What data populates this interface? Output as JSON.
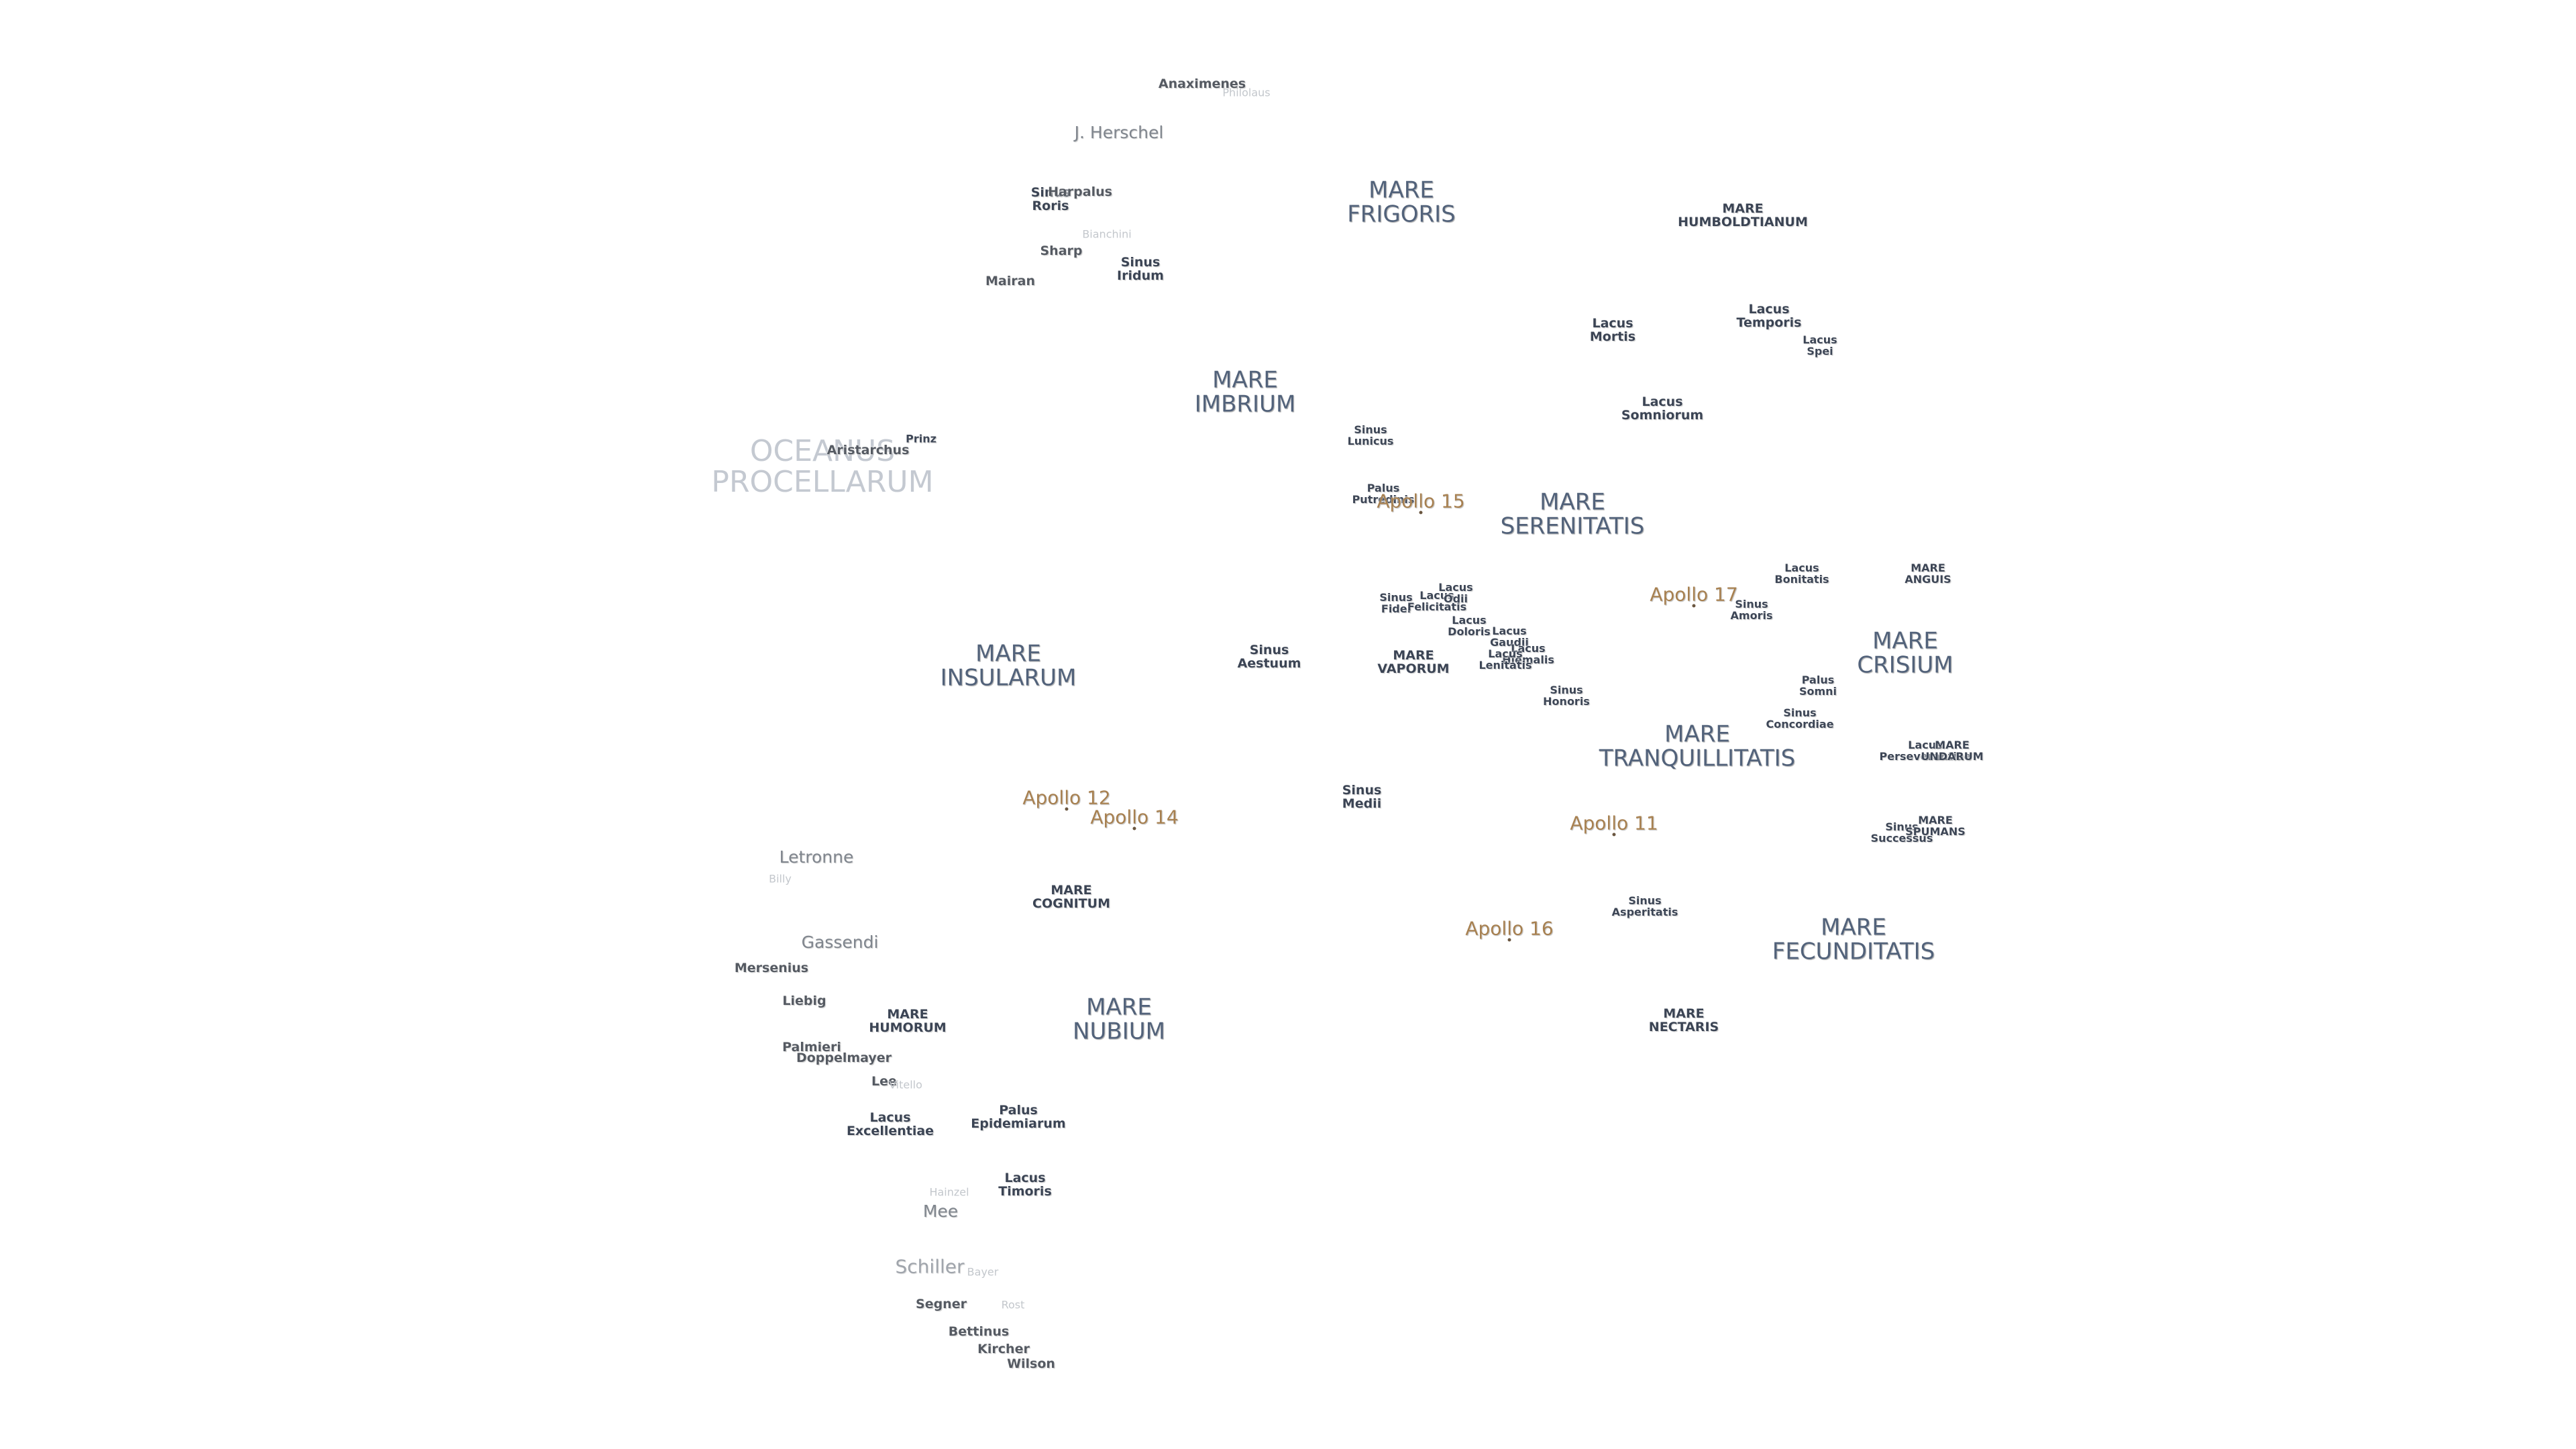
{
  "colors": {
    "background": "#ffffff",
    "mare_text": "#52627a",
    "feature_text": "#3b4454",
    "ocean_text": "#c4c9d1",
    "apollo_text": "#a78050"
  },
  "features": [
    {
      "id": "anaximenes",
      "text": "Anaximenes",
      "kind": "crater"
    },
    {
      "id": "philolaus",
      "text": "Philolaus",
      "kind": "faint"
    },
    {
      "id": "j-herschel",
      "text": "J. Herschel",
      "kind": "crater-med"
    },
    {
      "id": "sinus-roris",
      "text": "Sinus\nRoris",
      "kind": "sinus"
    },
    {
      "id": "harpalus",
      "text": "Harpalus",
      "kind": "crater"
    },
    {
      "id": "bianchini",
      "text": "Bianchini",
      "kind": "faint"
    },
    {
      "id": "sharp",
      "text": "Sharp",
      "kind": "crater"
    },
    {
      "id": "sinus-iridum",
      "text": "Sinus\nIridum",
      "kind": "sinus"
    },
    {
      "id": "mairan",
      "text": "Mairan",
      "kind": "crater"
    },
    {
      "id": "mare-frigoris",
      "text": "MARE\nFRIGORIS",
      "kind": "mare"
    },
    {
      "id": "mare-humboldtianum",
      "text": "MARE\nHUMBOLDTIANUM",
      "kind": "sinus"
    },
    {
      "id": "lacus-mortis",
      "text": "Lacus\nMortis",
      "kind": "sinus"
    },
    {
      "id": "lacus-temporis",
      "text": "Lacus\nTemporis",
      "kind": "sinus"
    },
    {
      "id": "lacus-spei",
      "text": "Lacus\nSpei",
      "kind": "small"
    },
    {
      "id": "mare-imbrium",
      "text": "MARE\nIMBRIUM",
      "kind": "mare"
    },
    {
      "id": "lacus-somniorum",
      "text": "Lacus\nSomniorum",
      "kind": "sinus"
    },
    {
      "id": "sinus-lunicus",
      "text": "Sinus\nLunicus",
      "kind": "small"
    },
    {
      "id": "oceanus-procellarum",
      "text": "OCEANUS\nPROCELLARUM",
      "kind": "ocean"
    },
    {
      "id": "prinz",
      "text": "Prinz",
      "kind": "small"
    },
    {
      "id": "aristarchus",
      "text": "Aristarchus",
      "kind": "crater"
    },
    {
      "id": "palus-putredinis",
      "text": "Palus\nPutredinis",
      "kind": "small"
    },
    {
      "id": "mare-serenitatis",
      "text": "MARE\nSERENITATIS",
      "kind": "mare"
    },
    {
      "id": "lacus-bonitatis",
      "text": "Lacus\nBonitatis",
      "kind": "small"
    },
    {
      "id": "mare-anguis",
      "text": "MARE\nANGUIS",
      "kind": "small"
    },
    {
      "id": "sinus-amoris",
      "text": "Sinus\nAmoris",
      "kind": "small"
    },
    {
      "id": "sinus-fidei",
      "text": "Sinus\nFidei",
      "kind": "small"
    },
    {
      "id": "lacus-felicitatis",
      "text": "Lacus\nFelicitatis",
      "kind": "small"
    },
    {
      "id": "lacus-odii",
      "text": "Lacus\nOdii",
      "kind": "small"
    },
    {
      "id": "lacus-doloris",
      "text": "Lacus\nDoloris",
      "kind": "small"
    },
    {
      "id": "lacus-gaudii",
      "text": "Lacus\nGaudii",
      "kind": "small"
    },
    {
      "id": "lacus-hiemalis",
      "text": "Lacus\nHiemalis",
      "kind": "small"
    },
    {
      "id": "lacus-lenitatis",
      "text": "Lacus\nLenitatis",
      "kind": "small"
    },
    {
      "id": "mare-insularum",
      "text": "MARE\nINSULARUM",
      "kind": "mare"
    },
    {
      "id": "sinus-aestuum",
      "text": "Sinus\nAestuum",
      "kind": "sinus"
    },
    {
      "id": "mare-vaporum",
      "text": "MARE\nVAPORUM",
      "kind": "sinus"
    },
    {
      "id": "mare-crisium",
      "text": "MARE\nCRISIUM",
      "kind": "mare"
    },
    {
      "id": "sinus-honoris",
      "text": "Sinus\nHonoris",
      "kind": "small"
    },
    {
      "id": "palus-somni",
      "text": "Palus\nSomni",
      "kind": "small"
    },
    {
      "id": "sinus-concordiae",
      "text": "Sinus\nConcordiae",
      "kind": "small"
    },
    {
      "id": "mare-tranquillitatis",
      "text": "MARE\nTRANQUILLITATIS",
      "kind": "mare"
    },
    {
      "id": "lacus-perseverantiae",
      "text": "Lacus\nPerseverantiae",
      "kind": "small"
    },
    {
      "id": "mare-undarum",
      "text": "MARE\nUNDARUM",
      "kind": "small"
    },
    {
      "id": "sinus-medii",
      "text": "Sinus\nMedii",
      "kind": "sinus"
    },
    {
      "id": "sinus-successus",
      "text": "Sinus\nSuccessus",
      "kind": "small"
    },
    {
      "id": "mare-spumans",
      "text": "MARE\nSPUMANS",
      "kind": "small"
    },
    {
      "id": "letronne",
      "text": "Letronne",
      "kind": "crater-med"
    },
    {
      "id": "billy",
      "text": "Billy",
      "kind": "faint"
    },
    {
      "id": "mare-cognitum",
      "text": "MARE\nCOGNITUM",
      "kind": "sinus"
    },
    {
      "id": "sinus-asperitatis",
      "text": "Sinus\nAsperitatis",
      "kind": "small"
    },
    {
      "id": "mare-fecunditatis",
      "text": "MARE\nFECUNDITATIS",
      "kind": "mare"
    },
    {
      "id": "gassendi",
      "text": "Gassendi",
      "kind": "crater-med"
    },
    {
      "id": "mersenius",
      "text": "Mersenius",
      "kind": "crater"
    },
    {
      "id": "liebig",
      "text": "Liebig",
      "kind": "crater"
    },
    {
      "id": "mare-humorum",
      "text": "MARE\nHUMORUM",
      "kind": "sinus"
    },
    {
      "id": "mare-nubium",
      "text": "MARE\nNUBIUM",
      "kind": "mare"
    },
    {
      "id": "mare-nectaris",
      "text": "MARE\nNECTARIS",
      "kind": "sinus"
    },
    {
      "id": "palmieri",
      "text": "Palmieri",
      "kind": "crater"
    },
    {
      "id": "doppelmayer",
      "text": "Doppelmayer",
      "kind": "crater"
    },
    {
      "id": "lee",
      "text": "Lee",
      "kind": "crater"
    },
    {
      "id": "vitello",
      "text": "Vitello",
      "kind": "faint"
    },
    {
      "id": "palus-epidemiarum",
      "text": "Palus\nEpidemiarum",
      "kind": "sinus"
    },
    {
      "id": "lacus-excellentiae",
      "text": "Lacus\nExcellentiae",
      "kind": "sinus"
    },
    {
      "id": "lacus-timoris",
      "text": "Lacus\nTimoris",
      "kind": "sinus"
    },
    {
      "id": "hainzel",
      "text": "Hainzel",
      "kind": "faint"
    },
    {
      "id": "mee",
      "text": "Mee",
      "kind": "crater-med"
    },
    {
      "id": "schiller",
      "text": "Schiller",
      "kind": "crater-large"
    },
    {
      "id": "bayer",
      "text": "Bayer",
      "kind": "faint"
    },
    {
      "id": "segner",
      "text": "Segner",
      "kind": "crater"
    },
    {
      "id": "rost",
      "text": "Rost",
      "kind": "faint"
    },
    {
      "id": "bettinus",
      "text": "Bettinus",
      "kind": "crater"
    },
    {
      "id": "kircher",
      "text": "Kircher",
      "kind": "crater"
    },
    {
      "id": "wilson",
      "text": "Wilson",
      "kind": "crater"
    }
  ],
  "apollo_sites": [
    {
      "id": "apollo-15",
      "text": "Apollo 15"
    },
    {
      "id": "apollo-17",
      "text": "Apollo 17"
    },
    {
      "id": "apollo-12",
      "text": "Apollo 12"
    },
    {
      "id": "apollo-14",
      "text": "Apollo 14"
    },
    {
      "id": "apollo-11",
      "text": "Apollo 11"
    },
    {
      "id": "apollo-16",
      "text": "Apollo 16"
    }
  ]
}
